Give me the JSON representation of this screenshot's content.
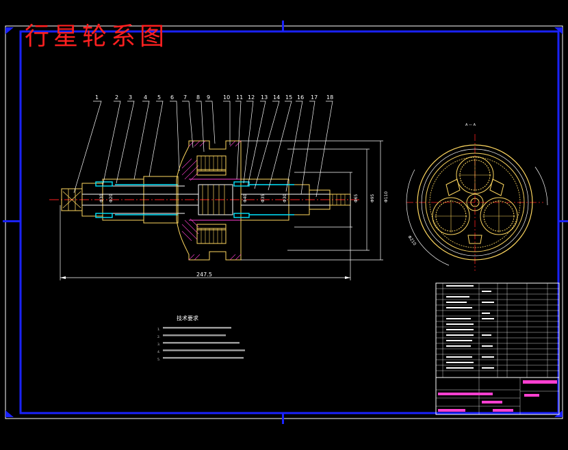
{
  "drawing": {
    "title": "行星轮系图",
    "part_numbers": [
      "1",
      "2",
      "3",
      "4",
      "5",
      "6",
      "7",
      "8",
      "9",
      "10",
      "11",
      "12",
      "13",
      "14",
      "15",
      "16",
      "17",
      "18"
    ],
    "overall_length": "247.5",
    "section_label": "A — A",
    "technical_requirements": {
      "heading": "技术要求",
      "notes": [
        "1.",
        "2.",
        "3.",
        "4.",
        "5."
      ]
    }
  },
  "colors": {
    "background": "#000000",
    "frame": "#1a22ff",
    "title": "#ff2020",
    "outline": "#ffd860",
    "shaft_outline": "#ffffff",
    "bearing": "#00e5ff",
    "hatch": "#ff3fd0",
    "centerline": "#ff2020"
  }
}
